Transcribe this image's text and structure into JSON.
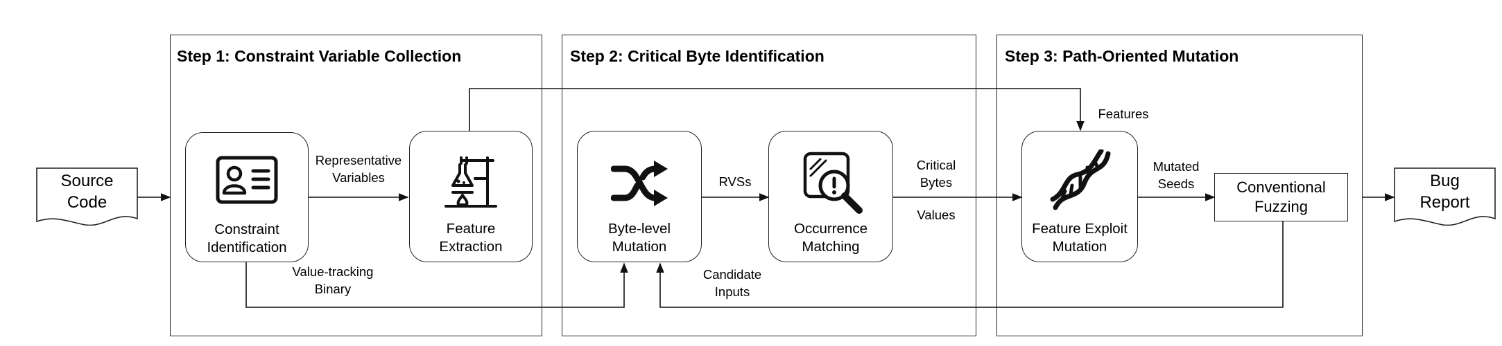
{
  "inputs": {
    "source_code": [
      "Source",
      "Code"
    ]
  },
  "outputs": {
    "bug_report": [
      "Bug",
      "Report"
    ]
  },
  "steps": [
    {
      "title": "Step 1: Constraint Variable Collection"
    },
    {
      "title": "Step 2: Critical Byte Identification"
    },
    {
      "title": "Step 3: Path-Oriented Mutation"
    }
  ],
  "nodes": {
    "constraint_identification": [
      "Constraint",
      "Identification"
    ],
    "feature_extraction": [
      "Feature",
      "Extraction"
    ],
    "byte_level_mutation": [
      "Byte-level",
      "Mutation"
    ],
    "occurrence_matching": [
      "Occurrence",
      "Matching"
    ],
    "feature_exploit_mutation": [
      "Feature Exploit",
      "Mutation"
    ],
    "conventional_fuzzing": [
      "Conventional",
      "Fuzzing"
    ]
  },
  "edges": {
    "representative_variables": [
      "Representative",
      "Variables"
    ],
    "value_tracking_binary": [
      "Value-tracking",
      "Binary"
    ],
    "rvss": "RVSs",
    "candidate_inputs": [
      "Candidate",
      "Inputs"
    ],
    "critical_bytes": [
      "Critical",
      "Bytes"
    ],
    "values": "Values",
    "features": "Features",
    "mutated_seeds": [
      "Mutated",
      "Seeds"
    ]
  },
  "icons": [
    "id-card-icon",
    "lab-stand-icon",
    "shuffle-icon",
    "magnifier-alert-icon",
    "dna-icon"
  ]
}
